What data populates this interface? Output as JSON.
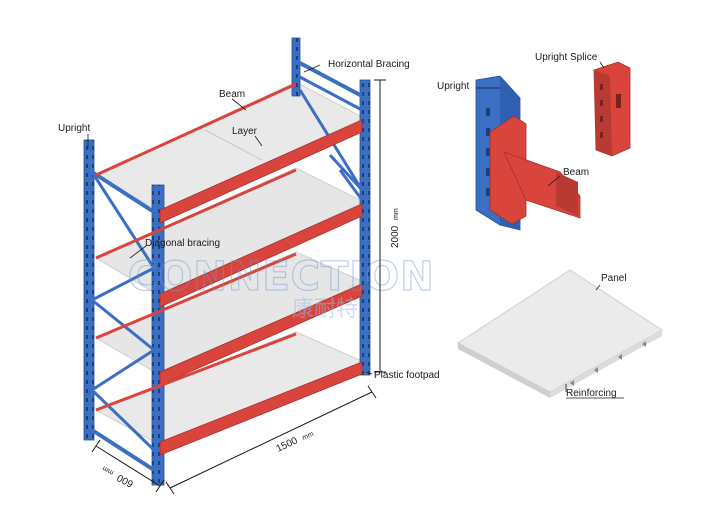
{
  "labels": {
    "upright_left": "Upright",
    "beam": "Beam",
    "layer": "Layer",
    "horizontal_bracing": "Horizontal Bracing",
    "diagonal_bracing": "Diagonal bracing",
    "plastic_footpad": "Plastic footpad",
    "upright_detail": "Upright",
    "upright_splice": "Upright Splice",
    "beam_detail": "Beam",
    "panel": "Panel",
    "reinforcing": "Reinforcing"
  },
  "dimensions": {
    "height": "2000",
    "height_unit": "mm",
    "length": "1500",
    "length_unit": "mm",
    "depth": "600",
    "depth_unit": "mm"
  },
  "watermark": {
    "text": "CONNECTION",
    "subtext": "康耐特"
  },
  "colors": {
    "upright_blue": "#3a6fc4",
    "upright_dark": "#2a4f94",
    "beam_red": "#d9453c",
    "beam_dark": "#a8302a",
    "panel_light": "#ebebeb",
    "panel_edge": "#cfcfcf"
  }
}
